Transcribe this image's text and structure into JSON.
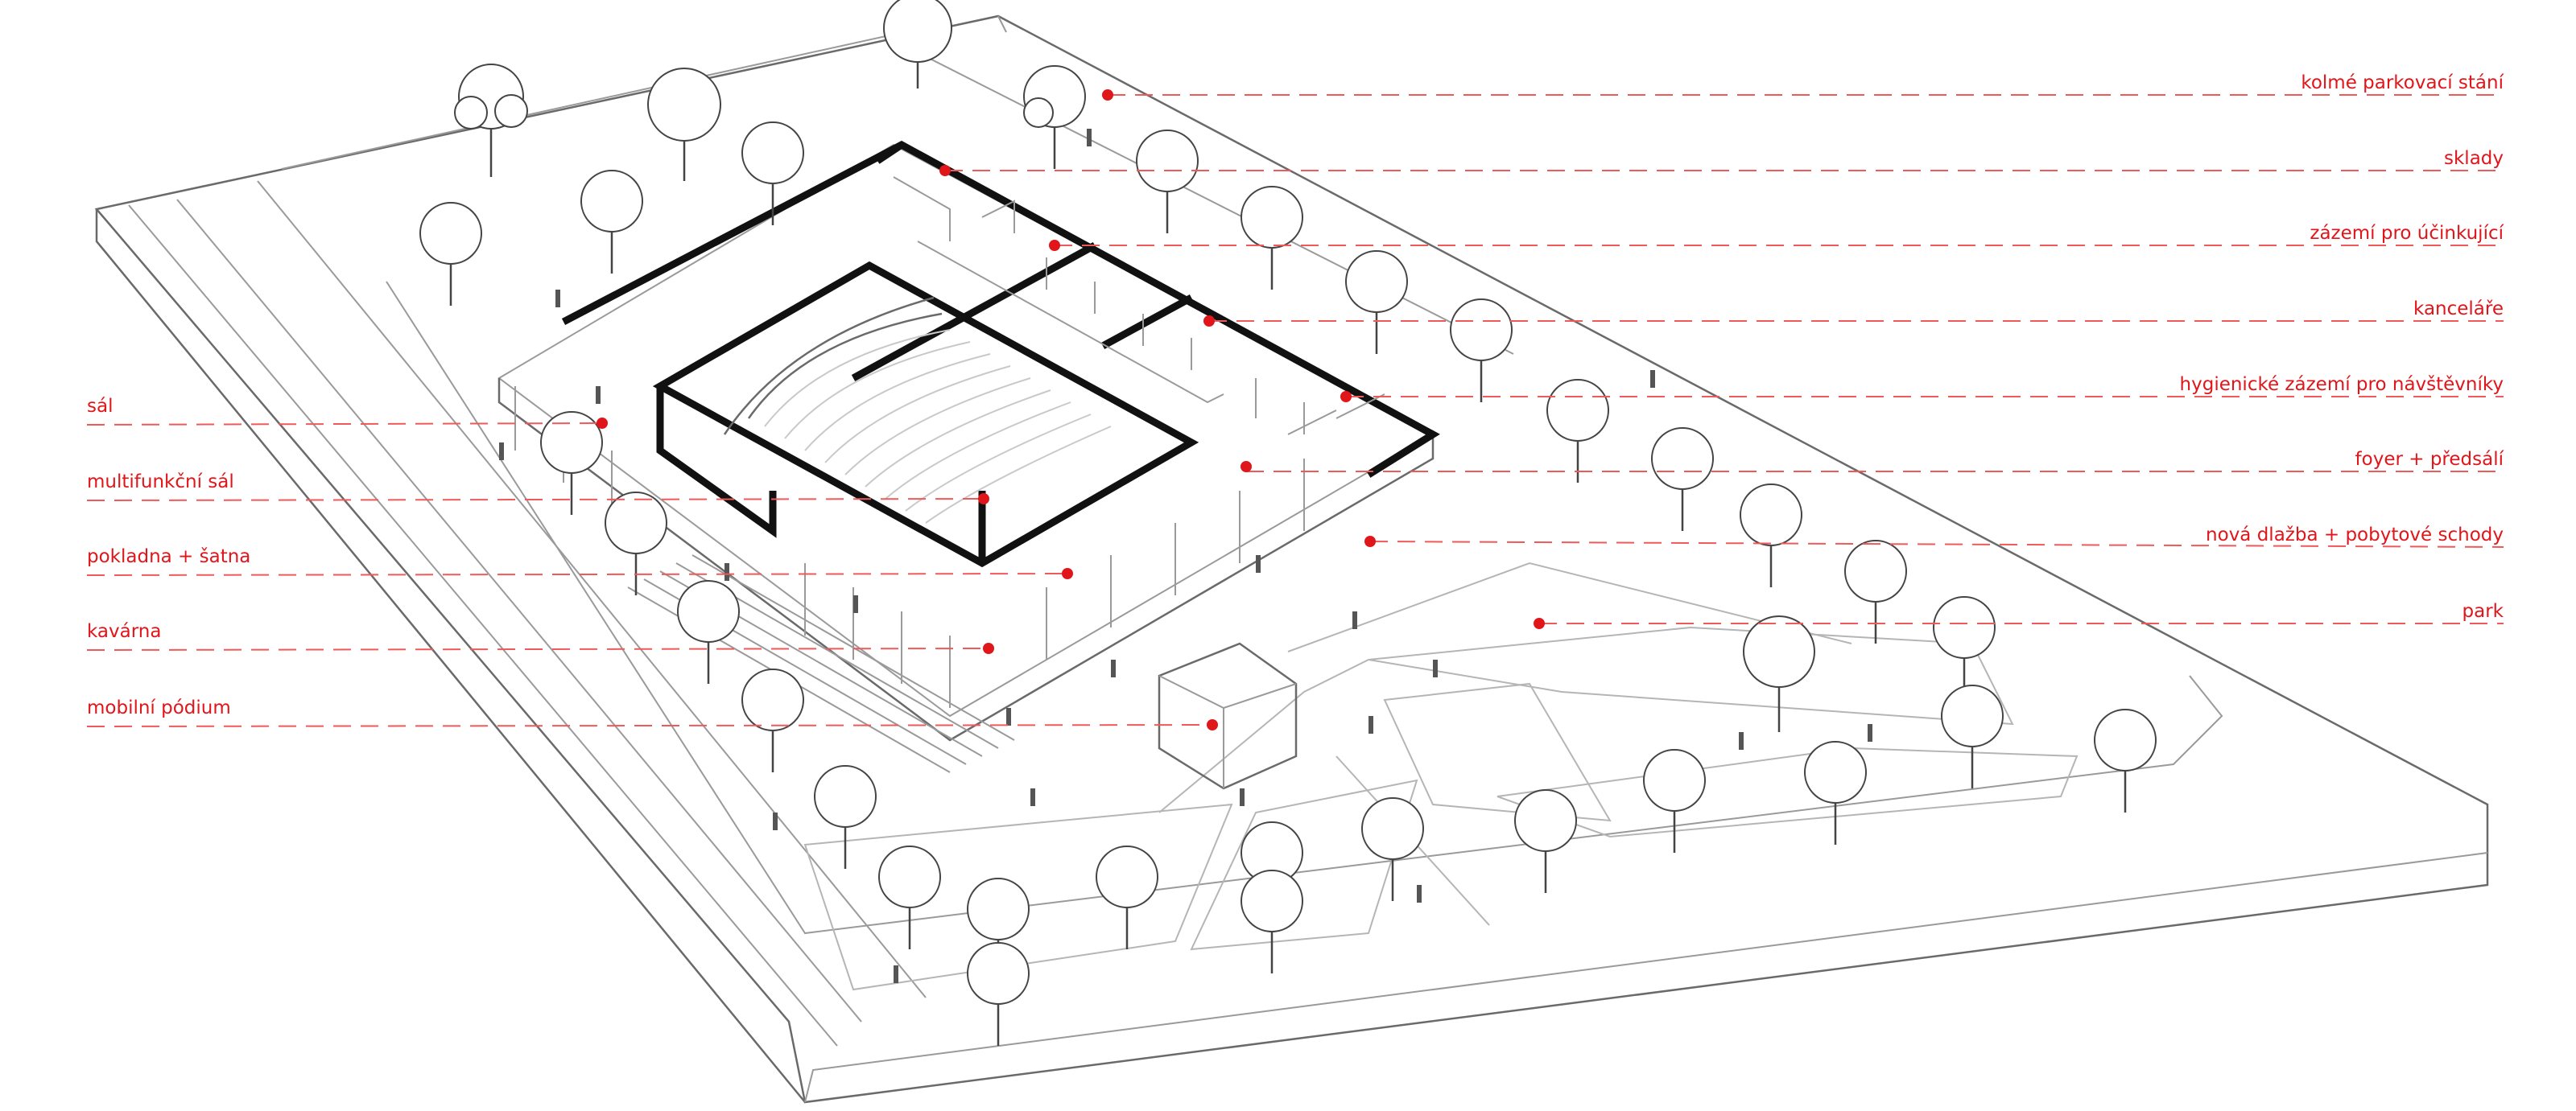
{
  "labels": {
    "left": [
      {
        "id": "sal",
        "text": "sál"
      },
      {
        "id": "multifunkcni-sal",
        "text": "multifunkční sál"
      },
      {
        "id": "pokladna-satna",
        "text": "pokladna + šatna"
      },
      {
        "id": "kavarna",
        "text": "kavárna"
      },
      {
        "id": "mobilni-podium",
        "text": "mobilní pódium"
      }
    ],
    "right": [
      {
        "id": "kolme-parkovaci-stani",
        "text": "kolmé parkovací stání"
      },
      {
        "id": "sklady",
        "text": "sklady"
      },
      {
        "id": "zazemi-ucinkujici",
        "text": "zázemí pro účinkující"
      },
      {
        "id": "kancelare",
        "text": "kanceláře"
      },
      {
        "id": "hygienicke-zazemi",
        "text": "hygienické zázemí pro návštěvníky"
      },
      {
        "id": "foyer-predsali",
        "text": "foyer + předsálí"
      },
      {
        "id": "nova-dlazba",
        "text": "nová dlažba + pobytové schody"
      },
      {
        "id": "park",
        "text": "park"
      }
    ]
  },
  "colors": {
    "accent": "#e0161b",
    "leader": "#ee5a5a",
    "walls": "#111111",
    "linework": "#9a9a9a"
  }
}
